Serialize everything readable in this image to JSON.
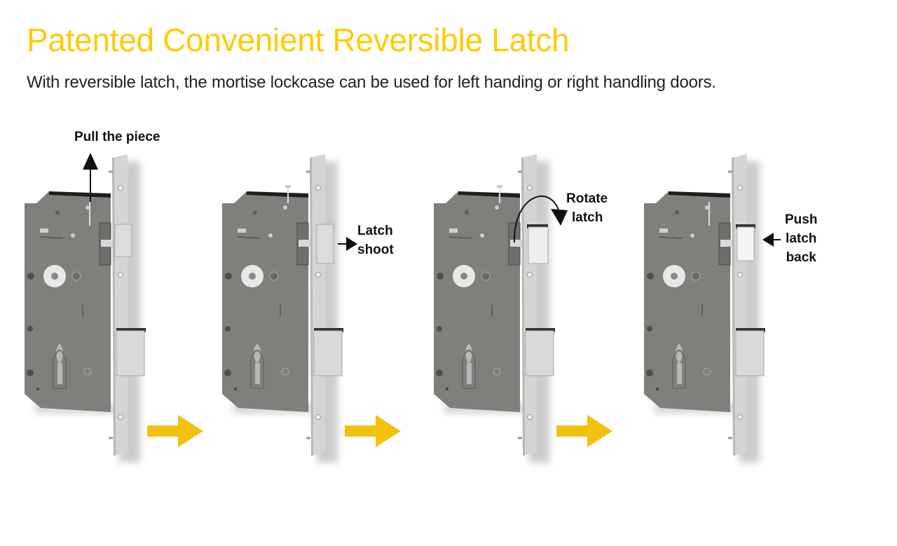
{
  "header": {
    "title": "Patented Convenient Reversible Latch",
    "subtitle": "With reversible latch, the mortise lockcase can be used for left handing or right handling doors."
  },
  "colors": {
    "title": "#FFCB05",
    "arrow": "#F2C10E",
    "case": "#7E807C",
    "faceplate": "#D4D4D2",
    "text": "#222222"
  },
  "steps": [
    {
      "index": 1,
      "lines": [
        "Pull the piece"
      ],
      "annotation_arrow": "up-arrow"
    },
    {
      "index": 2,
      "lines": [
        "Latch",
        "shoot"
      ],
      "annotation_arrow": "right-arrow"
    },
    {
      "index": 3,
      "lines": [
        "Rotate",
        "latch"
      ],
      "annotation_arrow": "curved-arrow"
    },
    {
      "index": 4,
      "lines": [
        "Push",
        "latch",
        "back"
      ],
      "annotation_arrow": "left-arrow"
    }
  ],
  "flow_arrows": [
    {
      "from": 1,
      "to": 2
    },
    {
      "from": 2,
      "to": 3
    },
    {
      "from": 3,
      "to": 4
    }
  ]
}
